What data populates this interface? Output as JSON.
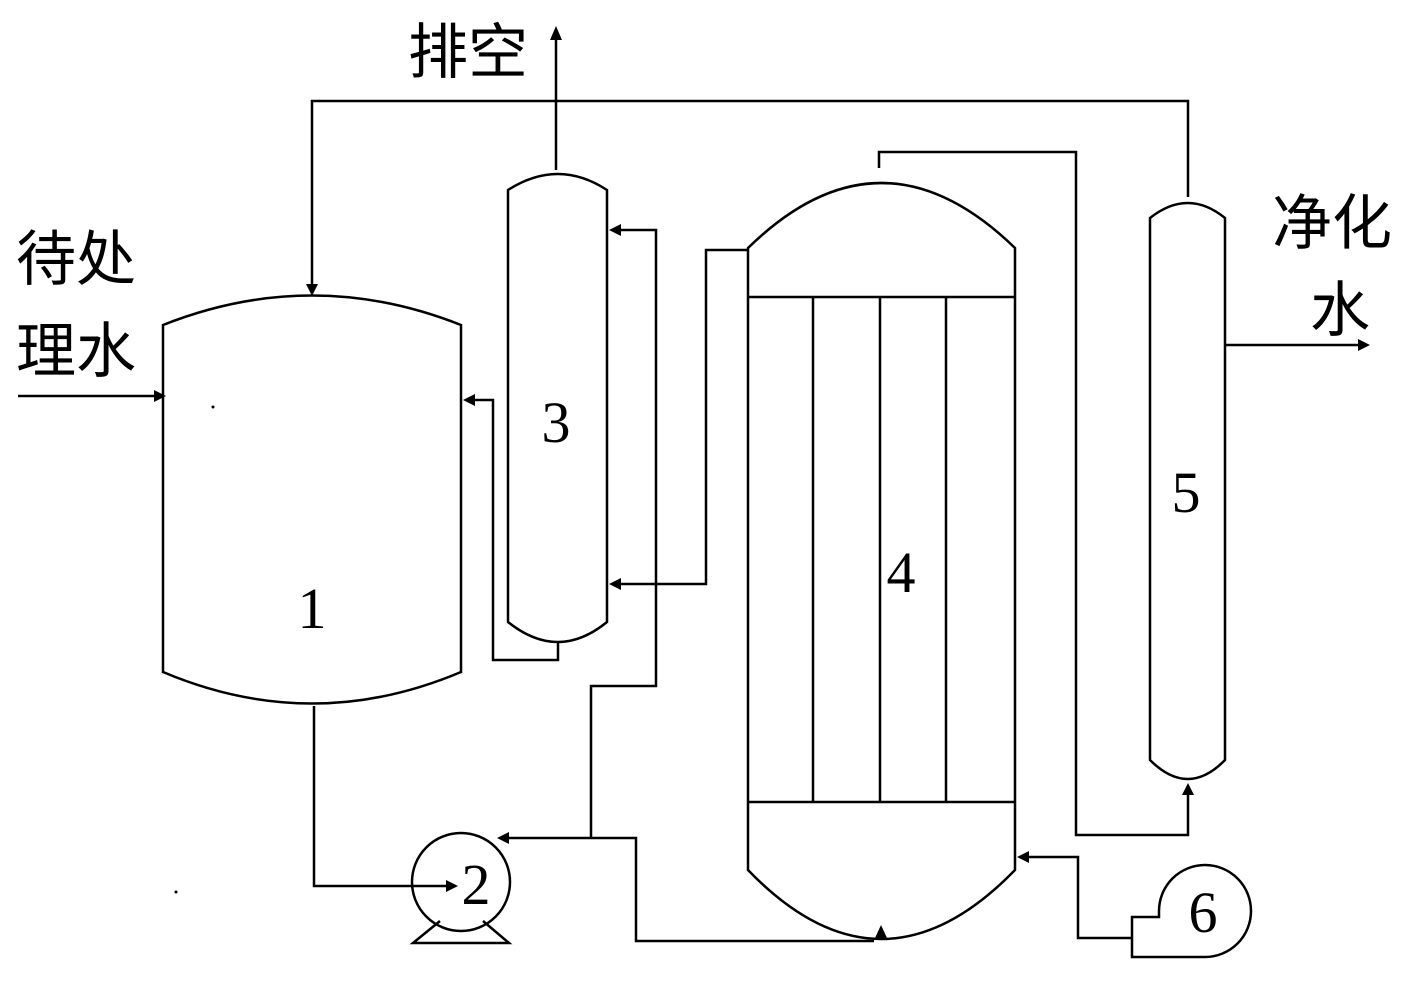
{
  "labels": {
    "vent": "排空",
    "inlet_line1": "待处",
    "inlet_line2": "理水",
    "outlet_line1": "净化",
    "outlet_line2": "水"
  },
  "equipment": {
    "tank": "1",
    "pump": "2",
    "column3": "3",
    "reactor": "4",
    "column5": "5",
    "blower": "6"
  }
}
